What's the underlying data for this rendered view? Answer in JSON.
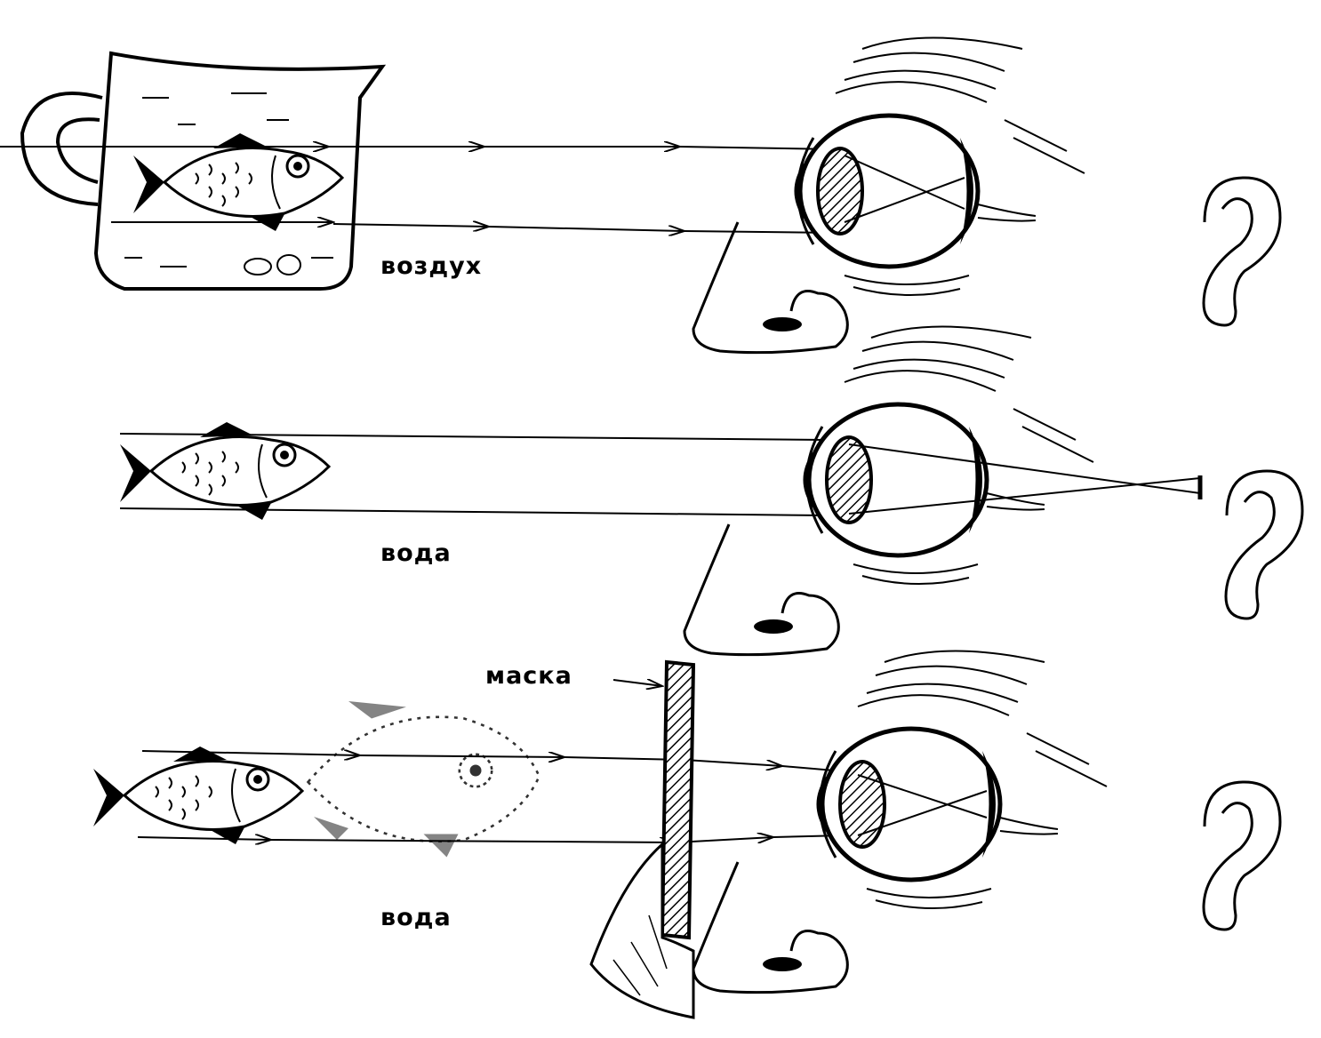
{
  "labels": {
    "air": "воздух",
    "water_1": "вода",
    "mask": "маска",
    "water_2": "вода"
  },
  "colors": {
    "ink": "#000000",
    "paper": "#ffffff"
  }
}
